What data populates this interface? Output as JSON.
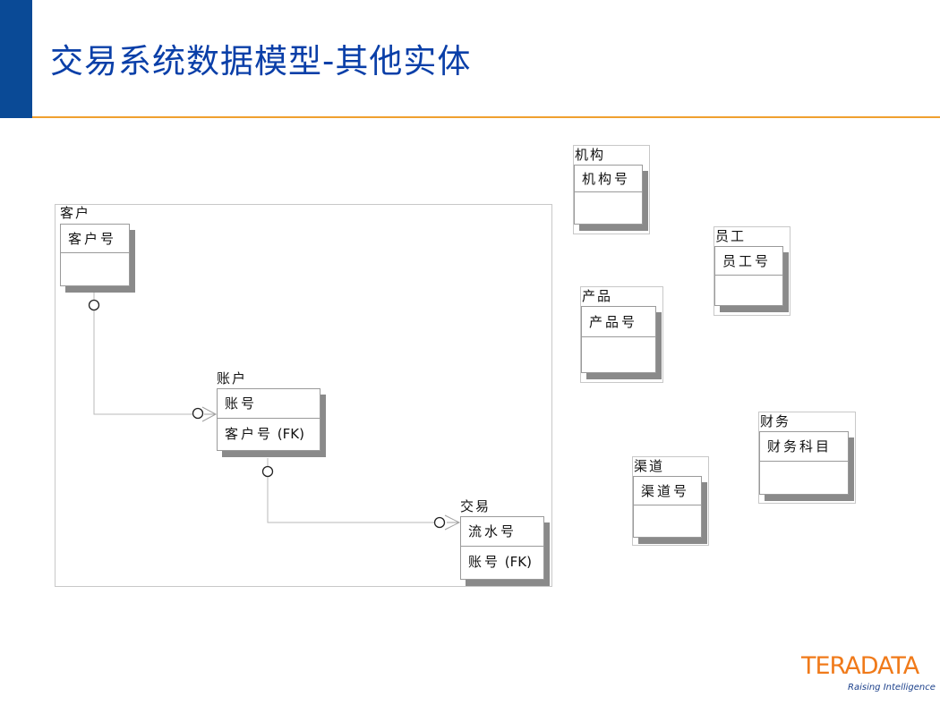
{
  "title": "交易系统数据模型-其他实体",
  "entities": {
    "customer": {
      "name": "客户",
      "pk": "客户号"
    },
    "account": {
      "name": "账户",
      "pk": "账号",
      "attr_main": "客户号",
      "attr_fk": " (FK)"
    },
    "transaction": {
      "name": "交易",
      "pk": "流水号",
      "attr_main": "账号",
      "attr_fk": " (FK)"
    },
    "organization": {
      "name": "机构",
      "pk": "机构号"
    },
    "employee": {
      "name": "员工",
      "pk": "员工号"
    },
    "product": {
      "name": "产品",
      "pk": "产品号"
    },
    "finance": {
      "name": "财务",
      "pk": "财务科目"
    },
    "channel": {
      "name": "渠道",
      "pk": "渠道号"
    }
  },
  "logo": {
    "word": "TERADATA",
    "tagline": "Raising Intelligence",
    "color": "#f07a1a"
  },
  "colors": {
    "title": "#0a3fa8",
    "accent_bar": "#0a4a96",
    "rule": "#f0a030"
  }
}
